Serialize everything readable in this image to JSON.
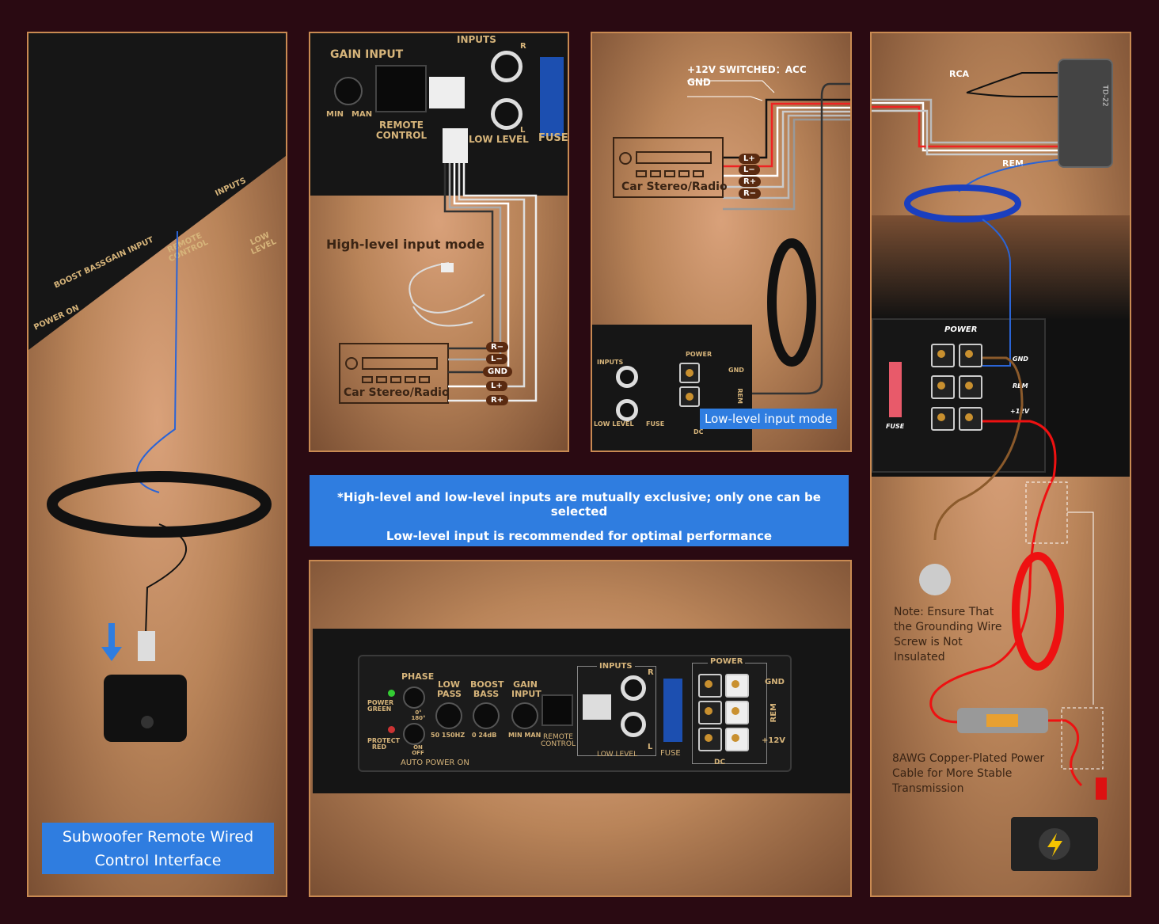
{
  "panel1": {
    "amp_labels": {
      "inputs": "INPUTS",
      "boost_bass": "BOOST BASS",
      "gain_input": "GAIN INPUT",
      "remote_control": "REMOTE CONTROL",
      "low_level": "LOW LEVEL",
      "power_on": "POWER ON"
    },
    "caption": "Subwoofer Remote Wired Control Interface"
  },
  "panel2": {
    "amp_labels": {
      "gain_input": "GAIN INPUT",
      "min": "MIN",
      "max": "MAN",
      "remote_control": "REMOTE CONTROL",
      "inputs": "INPUTS",
      "low_level": "LOW LEVEL",
      "fuse": "FUSE",
      "r": "R",
      "l": "L"
    },
    "mode_title": "High-level input mode",
    "stereo_label": "Car Stereo/Radio",
    "wires": [
      "R−",
      "L−",
      "GND",
      "L+",
      "R+"
    ]
  },
  "panel3": {
    "acc_label": "+12V SWITCHED：ACC",
    "gnd_label": "GND",
    "stereo_label": "Car Stereo/Radio",
    "wires": [
      "L+",
      "L−",
      "R+",
      "R−"
    ],
    "amp_labels": {
      "inputs": "INPUTS",
      "power": "POWER",
      "gnd": "GND",
      "rem": "REM",
      "fuse": "FUSE",
      "low_level": "LOW LEVEL",
      "dc": "DC"
    },
    "mode_badge": "Low-level input mode"
  },
  "panel4": {
    "rca_label": "RCA",
    "rem_label": "REM",
    "device_label": "TD-22",
    "amp_labels": {
      "power": "POWER",
      "gnd": "GND",
      "rem": "REM",
      "plus12v": "+12V",
      "fuse": "FUSE"
    },
    "ground_note": "Note: Ensure That the Grounding Wire Screw is Not Insulated",
    "cable_note": "8AWG Copper-Plated Power Cable for More Stable Transmission"
  },
  "banner": {
    "line1": "*High-level and low-level inputs are mutually exclusive; only one can be selected",
    "line2": "Low-level input is recommended for optimal performance",
    "color": "#2f7de0"
  },
  "panel5": {
    "labels": {
      "phase": "PHASE",
      "low_pass": "LOW PASS",
      "boost_bass": "BOOST BASS",
      "gain_input": "GAIN INPUT",
      "power_green": "POWER GREEN",
      "protect_red": "PROTECT RED",
      "auto_power_on": "AUTO POWER ON",
      "on_off": "ON OFF",
      "deg": "0° 180°",
      "lp_range": "50  150HZ",
      "bb_range": "0  24dB",
      "gain_range": "MIN  MAN",
      "remote_control": "REMOTE CONTROL",
      "inputs": "INPUTS",
      "low_level": "LOW LEVEL",
      "fuse": "FUSE",
      "power": "POWER",
      "gnd": "GND",
      "rem": "REM",
      "plus12v": "+12V",
      "dc": "DC",
      "r": "R",
      "l": "L"
    }
  }
}
